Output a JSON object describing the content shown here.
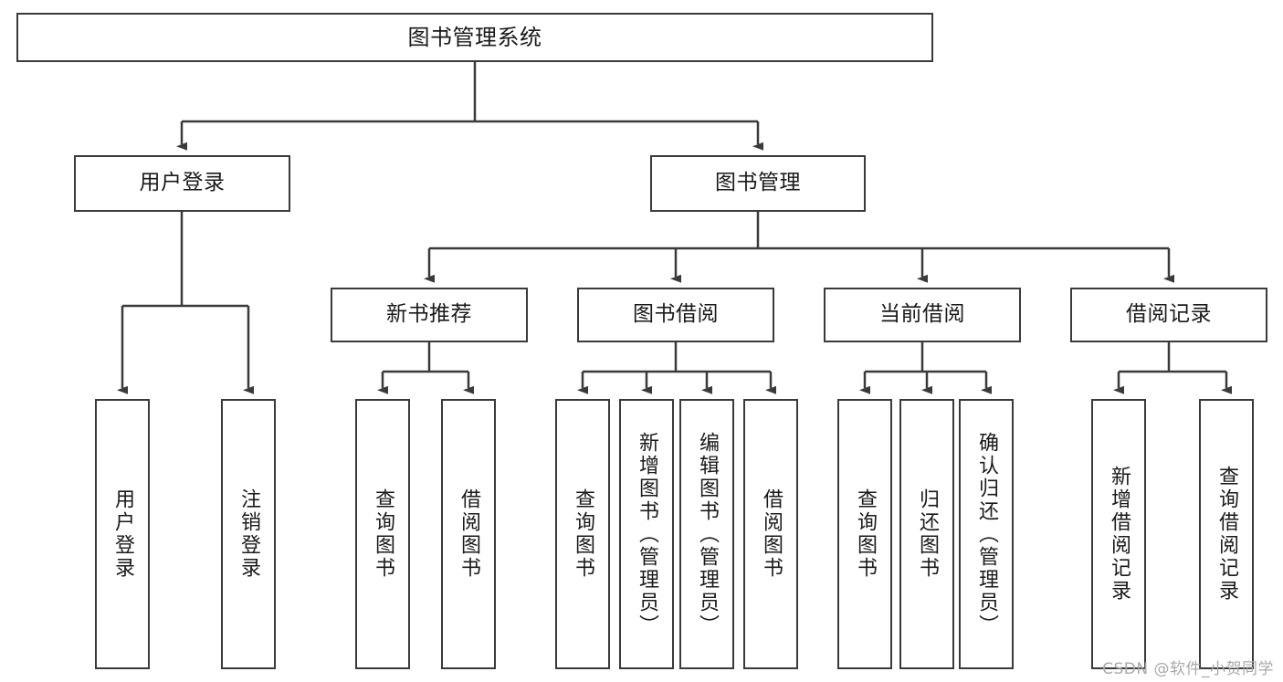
{
  "diagram": {
    "title": "图书管理系统",
    "watermark": "CSDN @软件_小贺同学",
    "colors": {
      "stroke": "#3a3a3a",
      "fill": "#ffffff",
      "text": "#1a1a1a",
      "watermark": "#a9a9a9"
    },
    "nodes": {
      "root": {
        "label": "图书管理系统"
      },
      "level2": [
        {
          "id": "user-login",
          "label": "用户登录"
        },
        {
          "id": "book-manage",
          "label": "图书管理"
        }
      ],
      "level3": [
        {
          "id": "new-book-recommend",
          "label": "新书推荐"
        },
        {
          "id": "book-borrow",
          "label": "图书借阅"
        },
        {
          "id": "current-borrow",
          "label": "当前借阅"
        },
        {
          "id": "borrow-record",
          "label": "借阅记录"
        }
      ],
      "leaves": [
        {
          "id": "leaf-user-login",
          "label": "用户登录",
          "parent": "user-login"
        },
        {
          "id": "leaf-logout-login",
          "label": "注销登录",
          "parent": "user-login"
        },
        {
          "id": "leaf-query-book-1",
          "label": "查询图书",
          "parent": "new-book-recommend"
        },
        {
          "id": "leaf-borrow-book-1",
          "label": "借阅图书",
          "parent": "new-book-recommend"
        },
        {
          "id": "leaf-query-book-2",
          "label": "查询图书",
          "parent": "book-borrow"
        },
        {
          "id": "leaf-add-book",
          "label": "新增图书（管理员）",
          "parent": "book-borrow"
        },
        {
          "id": "leaf-edit-book",
          "label": "编辑图书（管理员）",
          "parent": "book-borrow"
        },
        {
          "id": "leaf-borrow-book-2",
          "label": "借阅图书",
          "parent": "book-borrow"
        },
        {
          "id": "leaf-query-book-3",
          "label": "查询图书",
          "parent": "current-borrow"
        },
        {
          "id": "leaf-return-book",
          "label": "归还图书",
          "parent": "current-borrow"
        },
        {
          "id": "leaf-confirm-return",
          "label": "确认归还（管理员）",
          "parent": "current-borrow"
        },
        {
          "id": "leaf-add-record",
          "label": "新增借阅记录",
          "parent": "borrow-record"
        },
        {
          "id": "leaf-query-record",
          "label": "查询借阅记录",
          "parent": "borrow-record"
        }
      ]
    }
  }
}
